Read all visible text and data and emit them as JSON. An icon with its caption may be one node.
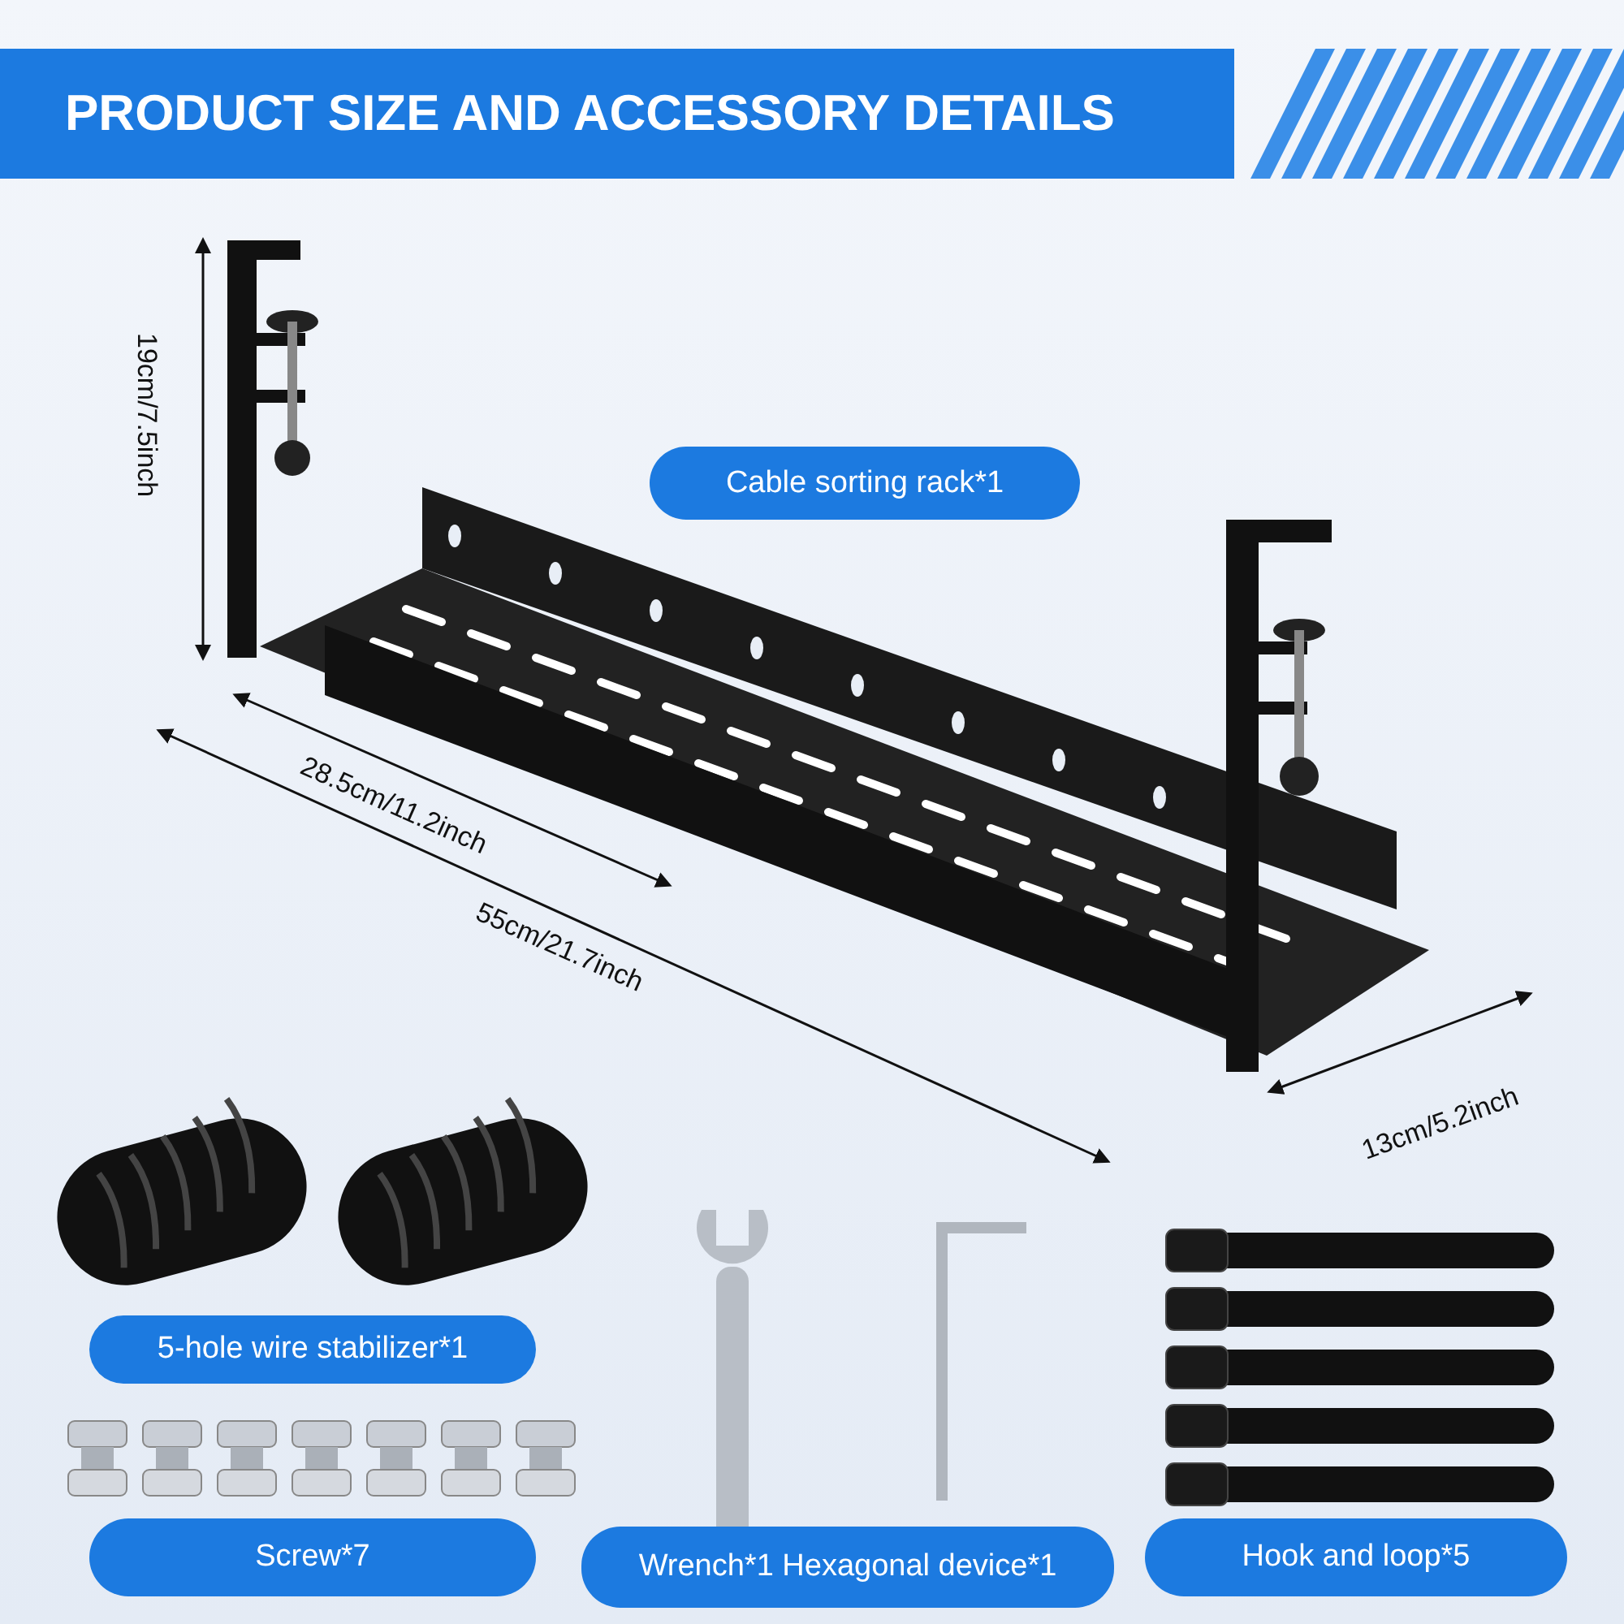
{
  "diagram": {
    "title": "PRODUCT SIZE AND ACCESSORY DETAILS",
    "nodes": [
      {
        "text": [
          "Cable sorting rack*1"
        ]
      },
      {
        "text": [
          "5-hole wire stabilizer*1"
        ]
      },
      {
        "text": [
          "Screw*7"
        ]
      },
      {
        "text": [
          "Wrench*1 Hexagonal device*1"
        ]
      },
      {
        "text": [
          "Hook and loop*5"
        ]
      }
    ],
    "labels": [
      "19cm/7.5inch",
      "28.5cm/11.2inch",
      "55cm/21.7inch",
      "13cm/5.2inch"
    ]
  }
}
